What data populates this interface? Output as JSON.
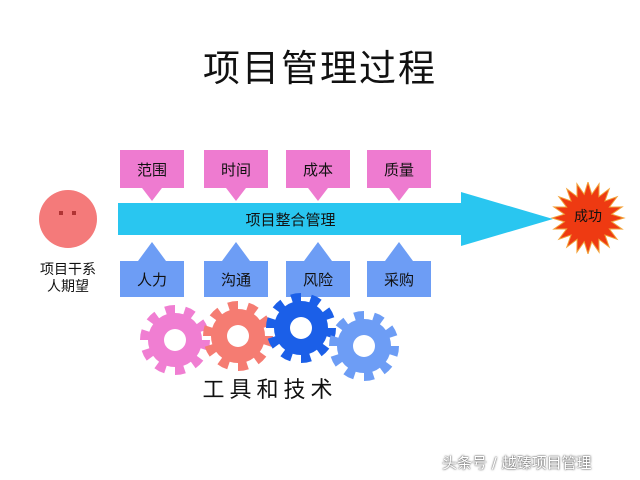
{
  "title": "项目管理过程",
  "knowledge_areas_top": [
    {
      "label": "范围",
      "color": "#ee7bd0"
    },
    {
      "label": "时间",
      "color": "#ee7bd0"
    },
    {
      "label": "成本",
      "color": "#ee7bd0"
    },
    {
      "label": "质量",
      "color": "#ee7bd0"
    }
  ],
  "knowledge_areas_bottom": [
    {
      "label": "人力",
      "color": "#6d9df5"
    },
    {
      "label": "沟通",
      "color": "#6d9df5"
    },
    {
      "label": "风险",
      "color": "#6d9df5"
    },
    {
      "label": "采购",
      "color": "#6d9df5"
    }
  ],
  "main_arrow": {
    "label": "项目整合管理",
    "color": "#29c6f0"
  },
  "stakeholder": {
    "line1": "项目干系",
    "line2": "人期望",
    "color": "#f47a7a"
  },
  "success": {
    "label": "成功",
    "color": "#ee3a12"
  },
  "tools": {
    "label": "工具和技术",
    "gear_colors": [
      "#f07ed2",
      "#f57c72",
      "#1b5fe8",
      "#6d9df5"
    ]
  },
  "watermark": "头条号 / 越臻项目管理"
}
